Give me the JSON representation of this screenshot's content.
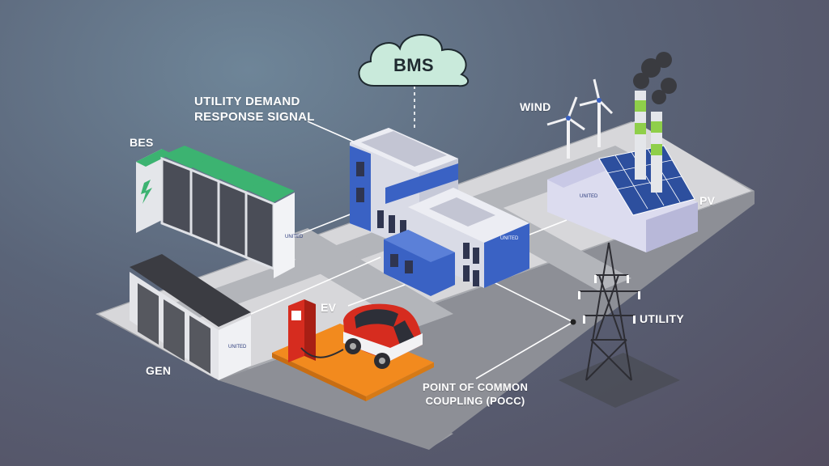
{
  "labels": {
    "bms": "BMS",
    "utility_demand_line1": "UTILITY DEMAND",
    "utility_demand_line2": "RESPONSE SIGNAL",
    "bes": "BES",
    "wind": "WIND",
    "pv": "PV",
    "ev": "EV",
    "utility": "UTILITY",
    "gen": "GEN",
    "pocc_line1": "POINT OF COMMON",
    "pocc_line2": "COUPLING (POCC)"
  },
  "logo_text": "UNITED",
  "colors": {
    "background": "#5a6478",
    "ground": "#d6d6d9",
    "road": "#aeb0b5",
    "building_blue": "#3a62c4",
    "building_light": "#d9dbe6",
    "battery_green": "#3cb371",
    "ev_orange": "#f28a1e",
    "ev_red": "#d62c1f",
    "cloud": "#c9eadb"
  }
}
